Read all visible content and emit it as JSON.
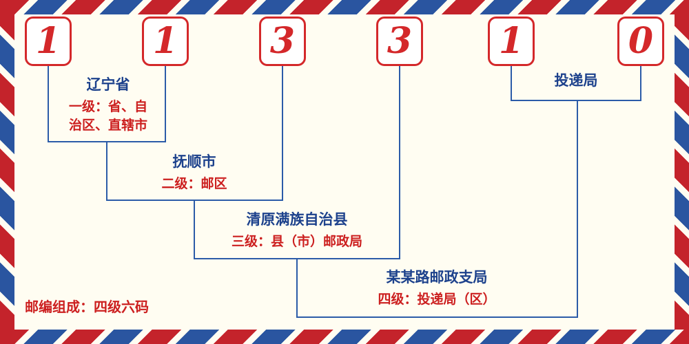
{
  "postal_code": {
    "digits": [
      "1",
      "1",
      "3",
      "3",
      "1",
      "0"
    ]
  },
  "labels": {
    "level1": {
      "place": "辽宁省",
      "desc": "一级：省、自\n治区、直辖市"
    },
    "level2": {
      "place": "抚顺市",
      "desc": "二级：邮区"
    },
    "level3": {
      "place": "清原满族自治县",
      "desc": "三级：县（市）邮政局"
    },
    "level4": {
      "place": "某某路邮政支局",
      "desc": "四级：投递局（区）"
    },
    "delivery": {
      "place": "投递局"
    }
  },
  "footer": {
    "note": "邮编组成：四级六码"
  },
  "colors": {
    "digit_red": "#d4282a",
    "line_blue": "#2b5ba8",
    "place_blue": "#1c418c",
    "desc_red": "#cc1f1f",
    "stripe_red": "#c4232b",
    "stripe_blue": "#2a55a0",
    "background": "#fffdf2"
  }
}
